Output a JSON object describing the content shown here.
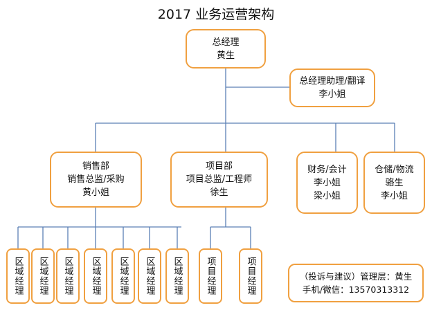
{
  "title": "2017 业务运营架构",
  "colors": {
    "border": "#f0a040",
    "line": "#5b7fb5"
  },
  "nodes": {
    "gm": [
      "总经理",
      "黄生"
    ],
    "assistant": [
      "总经理助理/翻译",
      "李小姐"
    ],
    "sales": [
      "销售部",
      "销售总监/采购",
      "黄小姐"
    ],
    "project": [
      "项目部",
      "项目总监/工程师",
      "徐生"
    ],
    "finance": [
      "财务/会计",
      "李小姐",
      "梁小姐"
    ],
    "warehouse": [
      "仓储/物流",
      "骆生",
      "李小姐"
    ]
  },
  "area_managers": [
    "区域经理",
    "区域经理",
    "区域经理",
    "区域经理",
    "区域经理",
    "区域经理",
    "区域经理"
  ],
  "project_managers": [
    "项目经理",
    "项目经理"
  ],
  "contact": {
    "line1": "（投诉与建议）管理层：黄生",
    "line2": "手机/微信：13570313312"
  }
}
